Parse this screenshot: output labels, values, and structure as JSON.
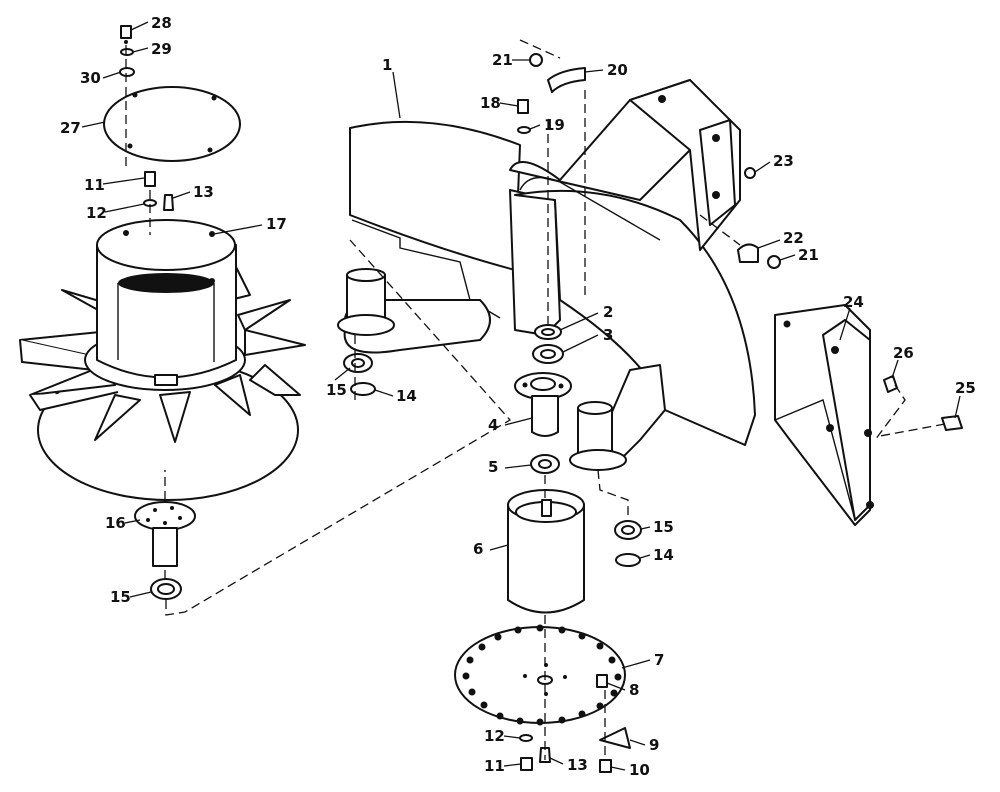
{
  "diagram": {
    "callouts": {
      "c1": "1",
      "c2": "2",
      "c3": "3",
      "c4": "4",
      "c5": "5",
      "c6": "6",
      "c7": "7",
      "c8": "8",
      "c9": "9",
      "c10": "10",
      "c11a": "11",
      "c11b": "11",
      "c12a": "12",
      "c12b": "12",
      "c13a": "13",
      "c13b": "13",
      "c14a": "14",
      "c14b": "14",
      "c15a": "15",
      "c15b": "15",
      "c15c": "15",
      "c16": "16",
      "c17": "17",
      "c18": "18",
      "c19": "19",
      "c20": "20",
      "c21a": "21",
      "c21b": "21",
      "c22": "22",
      "c23": "23",
      "c24": "24",
      "c25": "25",
      "c26": "26",
      "c27": "27",
      "c28": "28",
      "c29": "29",
      "c30": "30"
    }
  }
}
